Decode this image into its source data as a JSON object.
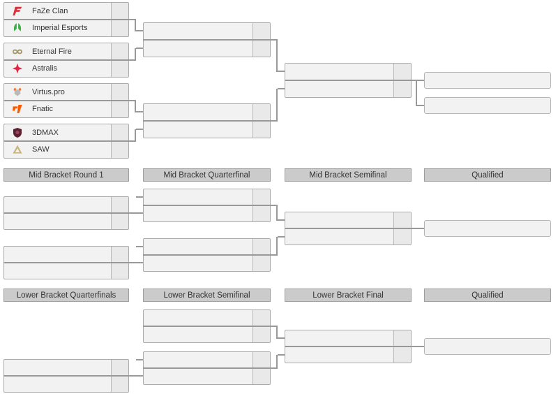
{
  "page": {
    "background": "#ffffff"
  },
  "colors": {
    "box_bg": "#f2f2f2",
    "score_bg": "#e9e9e9",
    "box_border": "#ababab",
    "connector": "#999999",
    "header_bg": "#cbcbcb",
    "header_border": "#9e9e9e",
    "text": "#333333"
  },
  "logo_colors": {
    "faze": "#d8313c",
    "imperial": "#3fae49",
    "eternal_fire": "#a9996f",
    "astralis": "#e32443",
    "virtus_pro_main": "#b9b9b9",
    "virtus_pro_accent": "#ff6a13",
    "fnatic": "#ff5900",
    "threedmax": "#5d2030",
    "threedmax_accent": "#94485a",
    "saw": "#c9b480",
    "saw_inner": "#f2f2f2"
  },
  "top_bracket": {
    "matches": [
      {
        "slots": [
          {
            "team": "FaZe Clan",
            "score": ""
          },
          {
            "team": "Imperial Esports",
            "score": ""
          }
        ]
      },
      {
        "slots": [
          {
            "team": "Eternal Fire",
            "score": ""
          },
          {
            "team": "Astralis",
            "score": ""
          }
        ]
      },
      {
        "slots": [
          {
            "team": "Virtus.pro",
            "score": ""
          },
          {
            "team": "Fnatic",
            "score": ""
          }
        ]
      },
      {
        "slots": [
          {
            "team": "3DMAX",
            "score": ""
          },
          {
            "team": "SAW",
            "score": ""
          }
        ]
      }
    ]
  },
  "mid_bracket": {
    "headers": [
      "Mid Bracket Round 1",
      "Mid Bracket Quarterfinal",
      "Mid Bracket Semifinal",
      "Qualified"
    ]
  },
  "lower_bracket": {
    "headers": [
      "Lower Bracket Quarterfinals",
      "Lower Bracket Semifinal",
      "Lower Bracket Final",
      "Qualified"
    ]
  }
}
